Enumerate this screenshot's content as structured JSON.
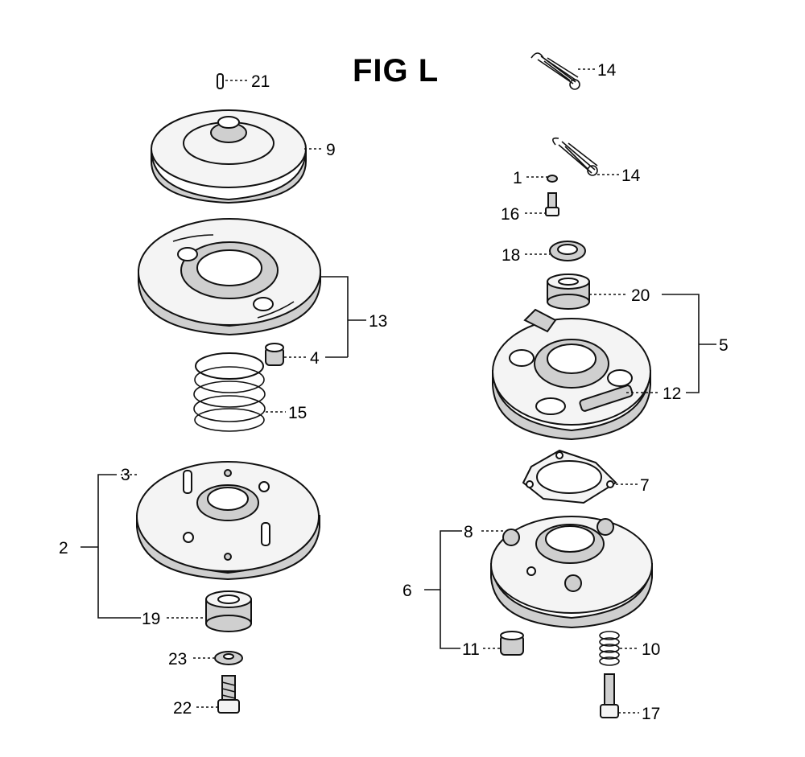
{
  "figure": {
    "title": "FIG L"
  },
  "callouts": [
    {
      "key": "c21",
      "text": "21"
    },
    {
      "key": "c9",
      "text": "9"
    },
    {
      "key": "c13",
      "text": "13"
    },
    {
      "key": "c4",
      "text": "4"
    },
    {
      "key": "c15",
      "text": "15"
    },
    {
      "key": "c3",
      "text": "3"
    },
    {
      "key": "c2",
      "text": "2"
    },
    {
      "key": "c19",
      "text": "19"
    },
    {
      "key": "c23",
      "text": "23"
    },
    {
      "key": "c22",
      "text": "22"
    },
    {
      "key": "c14a",
      "text": "14"
    },
    {
      "key": "c14b",
      "text": "14"
    },
    {
      "key": "c1",
      "text": "1"
    },
    {
      "key": "c16",
      "text": "16"
    },
    {
      "key": "c18",
      "text": "18"
    },
    {
      "key": "c20",
      "text": "20"
    },
    {
      "key": "c5",
      "text": "5"
    },
    {
      "key": "c12",
      "text": "12"
    },
    {
      "key": "c7",
      "text": "7"
    },
    {
      "key": "c8",
      "text": "8"
    },
    {
      "key": "c6",
      "text": "6"
    },
    {
      "key": "c11",
      "text": "11"
    },
    {
      "key": "c10",
      "text": "10"
    },
    {
      "key": "c17",
      "text": "17"
    }
  ]
}
